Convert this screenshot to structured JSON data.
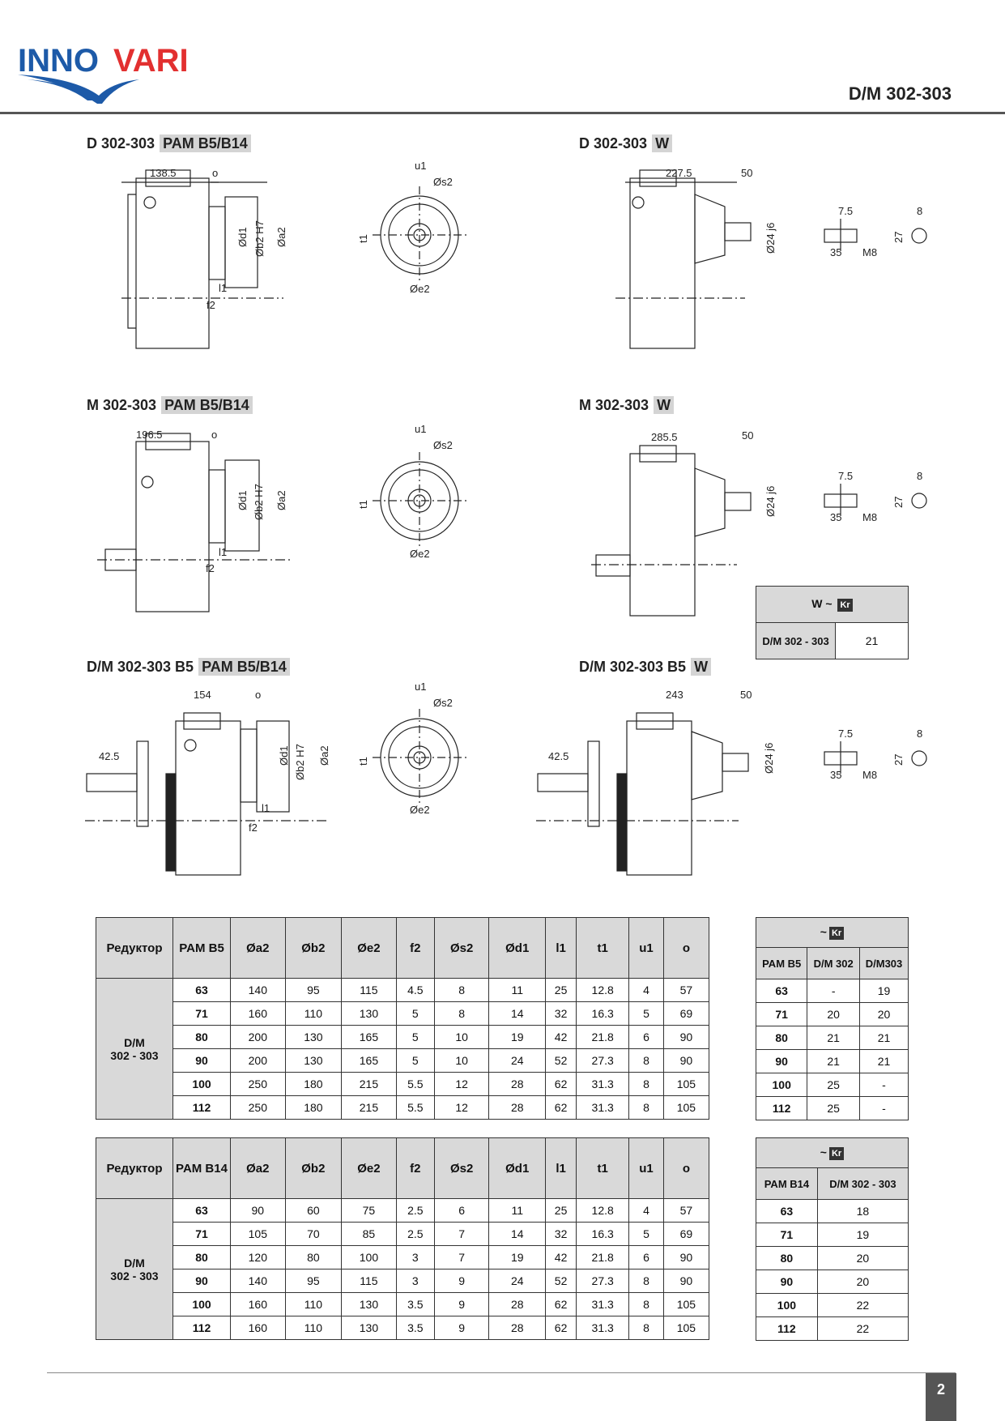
{
  "brand": {
    "name": "INNOVARI",
    "primary": "#1d5aa8",
    "accent": "#e23030"
  },
  "header": {
    "model_code": "D/M 302-303"
  },
  "sections": [
    {
      "title": "D 302-303",
      "badge": "PAM B5/B14"
    },
    {
      "title": "D 302-303",
      "badge": "W"
    },
    {
      "title": "M 302-303",
      "badge": "PAM B5/B14"
    },
    {
      "title": "M 302-303",
      "badge": "W"
    },
    {
      "title": "D/M 302-303 B5",
      "badge": "PAM B5/B14"
    },
    {
      "title": "D/M 302-303 B5",
      "badge": "W"
    }
  ],
  "dims": {
    "d_pam_len": "138.5",
    "m_pam_len": "196.5",
    "b5_pam_len": "154",
    "d_w_len": "227.5",
    "m_w_len": "285.5",
    "b5_w_len": "243",
    "shaft_len": "50",
    "flange_off": "42.5",
    "o": "o",
    "d1": "Ød1",
    "b2": "Øb2 H7",
    "a2": "Øa2",
    "l1": "l1",
    "f2": "f2",
    "u1": "u1",
    "s2": "Øs2",
    "t1": "t1",
    "e2": "Øe2",
    "shaft_d": "Ø24 j6",
    "key_w": "7.5",
    "key_l": "35",
    "thread": "M8",
    "key_h": "8",
    "key_t": "27"
  },
  "w_weight": {
    "label": "W ~",
    "unit_icon": "Kr",
    "model": "D/M 302 - 303",
    "value": "21"
  },
  "table_b5": {
    "headers": [
      "Редуктор",
      "PAM B5",
      "Øa2",
      "Øb2",
      "Øe2",
      "f2",
      "Øs2",
      "Ød1",
      "l1",
      "t1",
      "u1",
      "o"
    ],
    "reducer": "D/M\n302 - 303",
    "rows": [
      [
        "63",
        "140",
        "95",
        "115",
        "4.5",
        "8",
        "11",
        "25",
        "12.8",
        "4",
        "57"
      ],
      [
        "71",
        "160",
        "110",
        "130",
        "5",
        "8",
        "14",
        "32",
        "16.3",
        "5",
        "69"
      ],
      [
        "80",
        "200",
        "130",
        "165",
        "5",
        "10",
        "19",
        "42",
        "21.8",
        "6",
        "90"
      ],
      [
        "90",
        "200",
        "130",
        "165",
        "5",
        "10",
        "24",
        "52",
        "27.3",
        "8",
        "90"
      ],
      [
        "100",
        "250",
        "180",
        "215",
        "5.5",
        "12",
        "28",
        "62",
        "31.3",
        "8",
        "105"
      ],
      [
        "112",
        "250",
        "180",
        "215",
        "5.5",
        "12",
        "28",
        "62",
        "31.3",
        "8",
        "105"
      ]
    ]
  },
  "weight_b5": {
    "top": "~",
    "headers": [
      "PAM B5",
      "D/M 302",
      "D/M303"
    ],
    "rows": [
      [
        "63",
        "-",
        "19"
      ],
      [
        "71",
        "20",
        "20"
      ],
      [
        "80",
        "21",
        "21"
      ],
      [
        "90",
        "21",
        "21"
      ],
      [
        "100",
        "25",
        "-"
      ],
      [
        "112",
        "25",
        "-"
      ]
    ]
  },
  "table_b14": {
    "headers": [
      "Редуктор",
      "PAM B14",
      "Øa2",
      "Øb2",
      "Øe2",
      "f2",
      "Øs2",
      "Ød1",
      "l1",
      "t1",
      "u1",
      "o"
    ],
    "reducer": "D/M\n302 - 303",
    "rows": [
      [
        "63",
        "90",
        "60",
        "75",
        "2.5",
        "6",
        "11",
        "25",
        "12.8",
        "4",
        "57"
      ],
      [
        "71",
        "105",
        "70",
        "85",
        "2.5",
        "7",
        "14",
        "32",
        "16.3",
        "5",
        "69"
      ],
      [
        "80",
        "120",
        "80",
        "100",
        "3",
        "7",
        "19",
        "42",
        "21.8",
        "6",
        "90"
      ],
      [
        "90",
        "140",
        "95",
        "115",
        "3",
        "9",
        "24",
        "52",
        "27.3",
        "8",
        "90"
      ],
      [
        "100",
        "160",
        "110",
        "130",
        "3.5",
        "9",
        "28",
        "62",
        "31.3",
        "8",
        "105"
      ],
      [
        "112",
        "160",
        "110",
        "130",
        "3.5",
        "9",
        "28",
        "62",
        "31.3",
        "8",
        "105"
      ]
    ]
  },
  "weight_b14": {
    "top": "~",
    "headers": [
      "PAM B14",
      "D/M 302 - 303"
    ],
    "rows": [
      [
        "63",
        "18"
      ],
      [
        "71",
        "19"
      ],
      [
        "80",
        "20"
      ],
      [
        "90",
        "20"
      ],
      [
        "100",
        "22"
      ],
      [
        "112",
        "22"
      ]
    ]
  },
  "footer": {
    "page": "2"
  }
}
